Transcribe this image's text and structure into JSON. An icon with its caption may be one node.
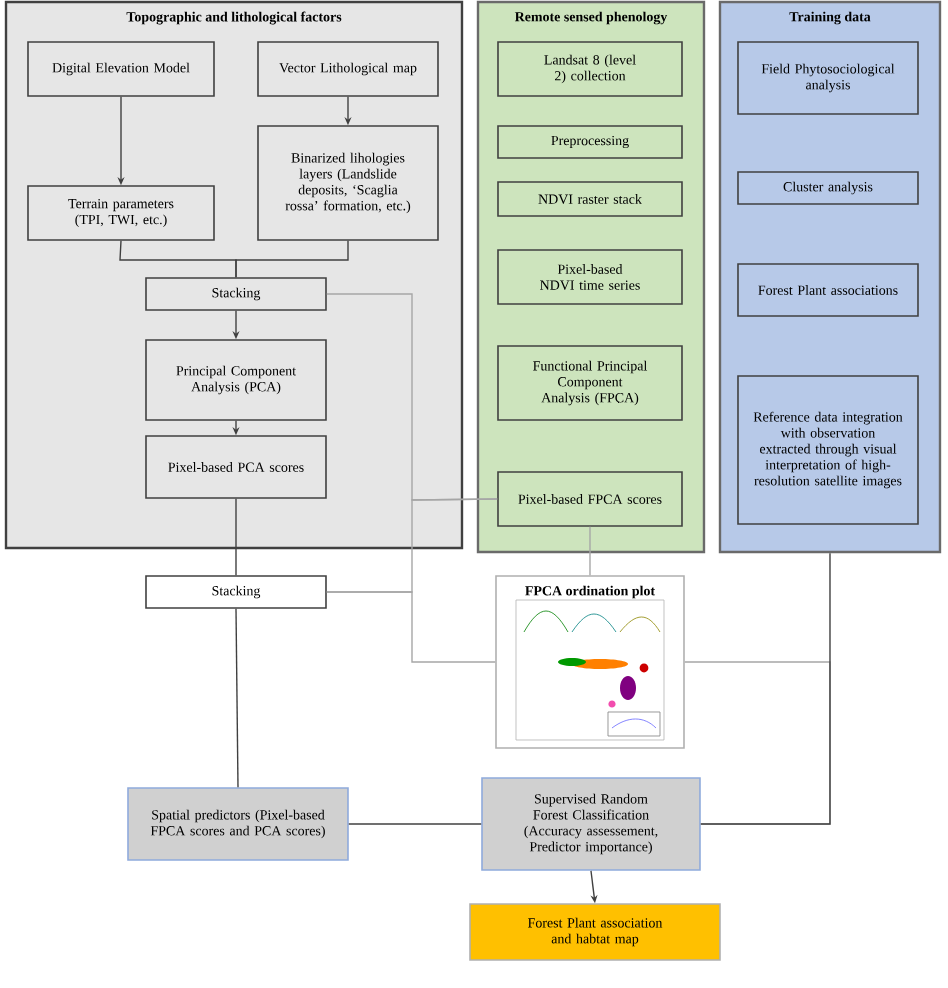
{
  "diagram": {
    "nodes": [
      {
        "text": [
          "Topographic and lithological factors"
        ]
      },
      {
        "text": [
          "Digital Elevation Model"
        ],
        "in": 0
      },
      {
        "text": [
          "Vector Lithological map"
        ],
        "in": 0
      },
      {
        "text": [
          "Terrain parameters (TPI, TWI, etc.)"
        ],
        "in": 0
      },
      {
        "text": [
          "Binarized lihologies layers (Landslide deposits, ‘Scaglia rossa’ formation, etc.)"
        ],
        "in": 0
      },
      {
        "text": [
          "Stacking"
        ],
        "in": 0
      },
      {
        "text": [
          "Principal Component Analysis (PCA)"
        ],
        "in": 0
      },
      {
        "text": [
          "Pixel-based PCA scores"
        ],
        "in": 0
      },
      {
        "text": [
          "Remote sensed phenology"
        ]
      },
      {
        "text": [
          "Landsat 8 (level 2) collection"
        ],
        "in": 8
      },
      {
        "text": [
          "Preprocessing"
        ],
        "in": 8
      },
      {
        "text": [
          "NDVI raster stack"
        ],
        "in": 8
      },
      {
        "text": [
          "Pixel-based NDVI time series"
        ],
        "in": 8
      },
      {
        "text": [
          "Functional Principal Component Analysis (FPCA)"
        ],
        "in": 8
      },
      {
        "text": [
          "Pixel-based FPCA scores"
        ],
        "in": 8
      },
      {
        "text": [
          "Training data"
        ]
      },
      {
        "text": [
          "Field Phytosociological analysis"
        ],
        "in": 15
      },
      {
        "text": [
          "Cluster analysis"
        ],
        "in": 15
      },
      {
        "text": [
          "Forest Plant associations"
        ],
        "in": 15
      },
      {
        "text": [
          "Reference data integration with observation extracted through visual interpretation of high- resolution satellite images"
        ],
        "in": 15
      },
      {
        "text": [
          "Stacking"
        ]
      },
      {
        "text": [
          "FPCA ordination plot"
        ]
      },
      {
        "text": [
          "Spatial predictors (Pixel-based FPCA scores and PCA scores)"
        ]
      },
      {
        "text": [
          "Supervised Random Forest Classification (Accuracy assessement, Predictor importance)"
        ]
      },
      {
        "text": [
          "Forest Plant association and habtat map"
        ]
      }
    ],
    "edges": [
      {
        "from": 1,
        "to": 3,
        "arrow": "to"
      },
      {
        "from": 2,
        "to": 4,
        "arrow": "to"
      },
      {
        "from": 3,
        "to": 5,
        "arrow": "none"
      },
      {
        "from": 4,
        "to": 5,
        "arrow": "none"
      },
      {
        "from": 5,
        "to": 6,
        "arrow": "to"
      },
      {
        "from": 6,
        "to": 7,
        "arrow": "to"
      },
      {
        "from": 7,
        "to": 20,
        "arrow": "none"
      },
      {
        "from": 14,
        "to": 5,
        "arrow": "none",
        "color": "#a6a6a6"
      },
      {
        "from": 14,
        "to": 20,
        "arrow": "none",
        "color": "#a6a6a6"
      },
      {
        "from": 14,
        "to": 21,
        "arrow": "none",
        "color": "#a6a6a6"
      },
      {
        "from": 20,
        "to": 21,
        "arrow": "none",
        "color": "#a6a6a6"
      },
      {
        "from": 21,
        "to": 23,
        "arrow": "none",
        "color": "#a6a6a6"
      },
      {
        "from": 15,
        "to": 23,
        "arrow": "none"
      },
      {
        "from": 20,
        "to": 22,
        "arrow": "none"
      },
      {
        "from": 22,
        "to": 23,
        "arrow": "none"
      },
      {
        "from": 23,
        "to": 24,
        "arrow": "to"
      }
    ]
  }
}
